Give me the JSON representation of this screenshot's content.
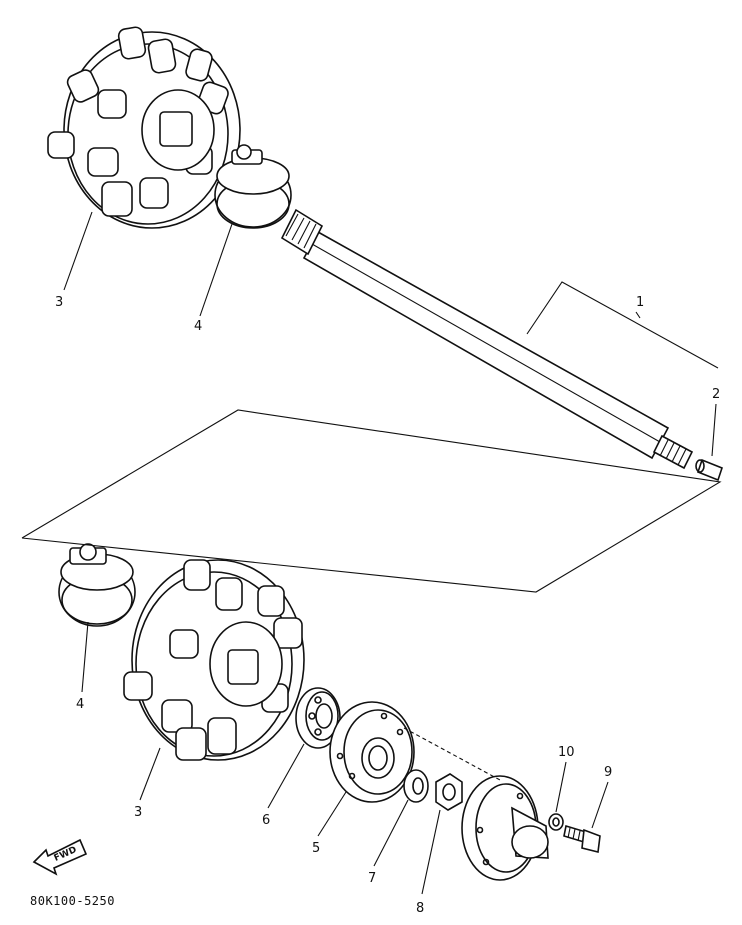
{
  "diagram_code": "80K100-5250",
  "fwd_label": "FWD",
  "callouts": [
    {
      "id": "c1",
      "text": "1"
    },
    {
      "id": "c2",
      "text": "2"
    },
    {
      "id": "c3a",
      "text": "3"
    },
    {
      "id": "c4a",
      "text": "4"
    },
    {
      "id": "c4b",
      "text": "4"
    },
    {
      "id": "c3b",
      "text": "3"
    },
    {
      "id": "c6",
      "text": "6"
    },
    {
      "id": "c5",
      "text": "5"
    },
    {
      "id": "c7",
      "text": "7"
    },
    {
      "id": "c8",
      "text": "8"
    },
    {
      "id": "c10",
      "text": "10"
    },
    {
      "id": "c9",
      "text": "9"
    }
  ]
}
